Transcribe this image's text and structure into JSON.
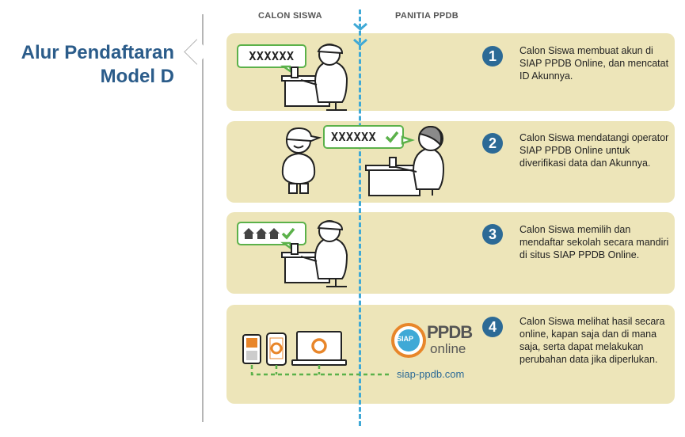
{
  "title": {
    "line1": "Alur Pendaftaran",
    "line2": "Model D"
  },
  "columns": {
    "left": "CALON SISWA",
    "right": "PANITIA PPDB"
  },
  "steps": [
    {
      "number": "1",
      "text": "Calon Siswa membuat akun di SIAP PPDB Online, dan mencatat ID Akunnya.",
      "bubble": "XXXXXX"
    },
    {
      "number": "2",
      "text": "Calon Siswa mendatangi operator SIAP PPDB Online untuk diverifikasi data dan Akunnya.",
      "bubble": "XXXXXX"
    },
    {
      "number": "3",
      "text": "Calon Siswa memilih dan mendaftar sekolah secara mandiri di situs SIAP PPDB Online."
    },
    {
      "number": "4",
      "text": "Calon Siswa melihat hasil secara online, kapan saja dan di mana saja, serta dapat melakukan perubahan data jika diperlukan."
    }
  ],
  "logo": {
    "brand": "PPDB",
    "sub": "online",
    "badge": "SIAP"
  },
  "url": "siap-ppdb.com",
  "colors": {
    "title": "#2b5c8a",
    "panel": "#ede5b9",
    "badge": "#2c6a96",
    "dash": "#3fa9d6",
    "check": "#5bb14a"
  }
}
